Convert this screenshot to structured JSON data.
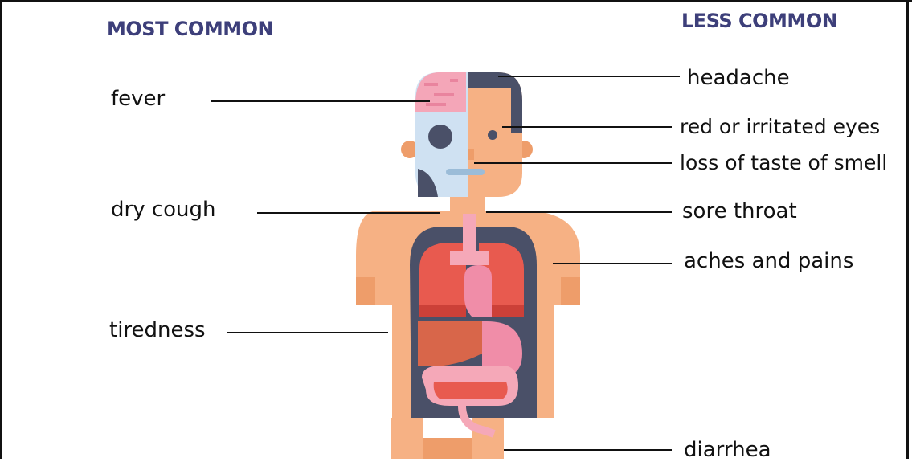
{
  "headings": {
    "most_common": "MOST COMMON",
    "less_common": "LESS COMMON"
  },
  "most_common": [
    "fever",
    "dry cough",
    "tiredness"
  ],
  "less_common": [
    "headache",
    "red or irritated eyes",
    "loss of taste of smell",
    "sore throat",
    "aches and pains",
    "diarrhea"
  ],
  "colors": {
    "heading": "#3d3f7a",
    "skin": "#f6b184",
    "skin_shadow": "#ee9d6a",
    "skull": "#cfe1f2",
    "brain": "#f4a6b8",
    "hair": "#4a5068",
    "lungs": "#e85a4f",
    "heart": "#f08da8",
    "liver": "#d8664a",
    "intestine": "#f5a8b8"
  },
  "icons": [
    "human-anatomy-illustration"
  ]
}
